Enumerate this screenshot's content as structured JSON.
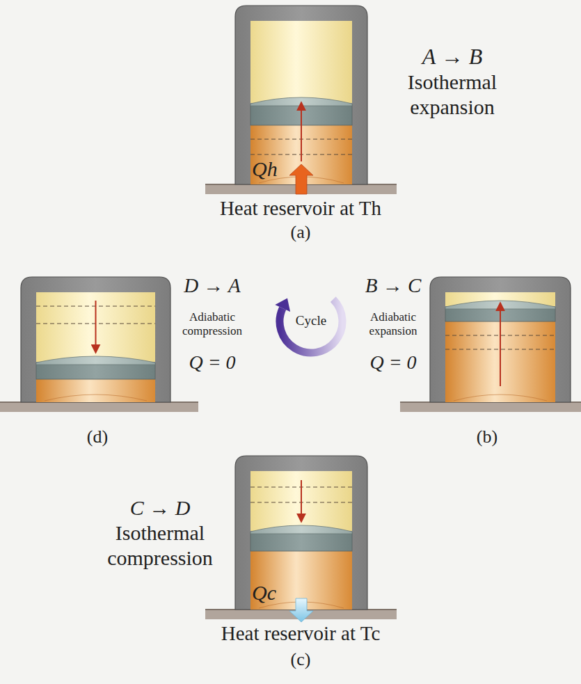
{
  "diagram": {
    "labels": [
      "A → B",
      "Isothermal expansion",
      "Qh",
      "Heat reservoir at Th",
      "(a)",
      "D → A",
      "Adiabatic compression",
      "Q = 0",
      "(d)",
      "Cycle",
      "B → C",
      "Adiabatic expansion",
      "Q = 0",
      "(b)",
      "C → D",
      "Isothermal compression",
      "Qc",
      "Heat reservoir at Tc",
      "(c)"
    ]
  }
}
